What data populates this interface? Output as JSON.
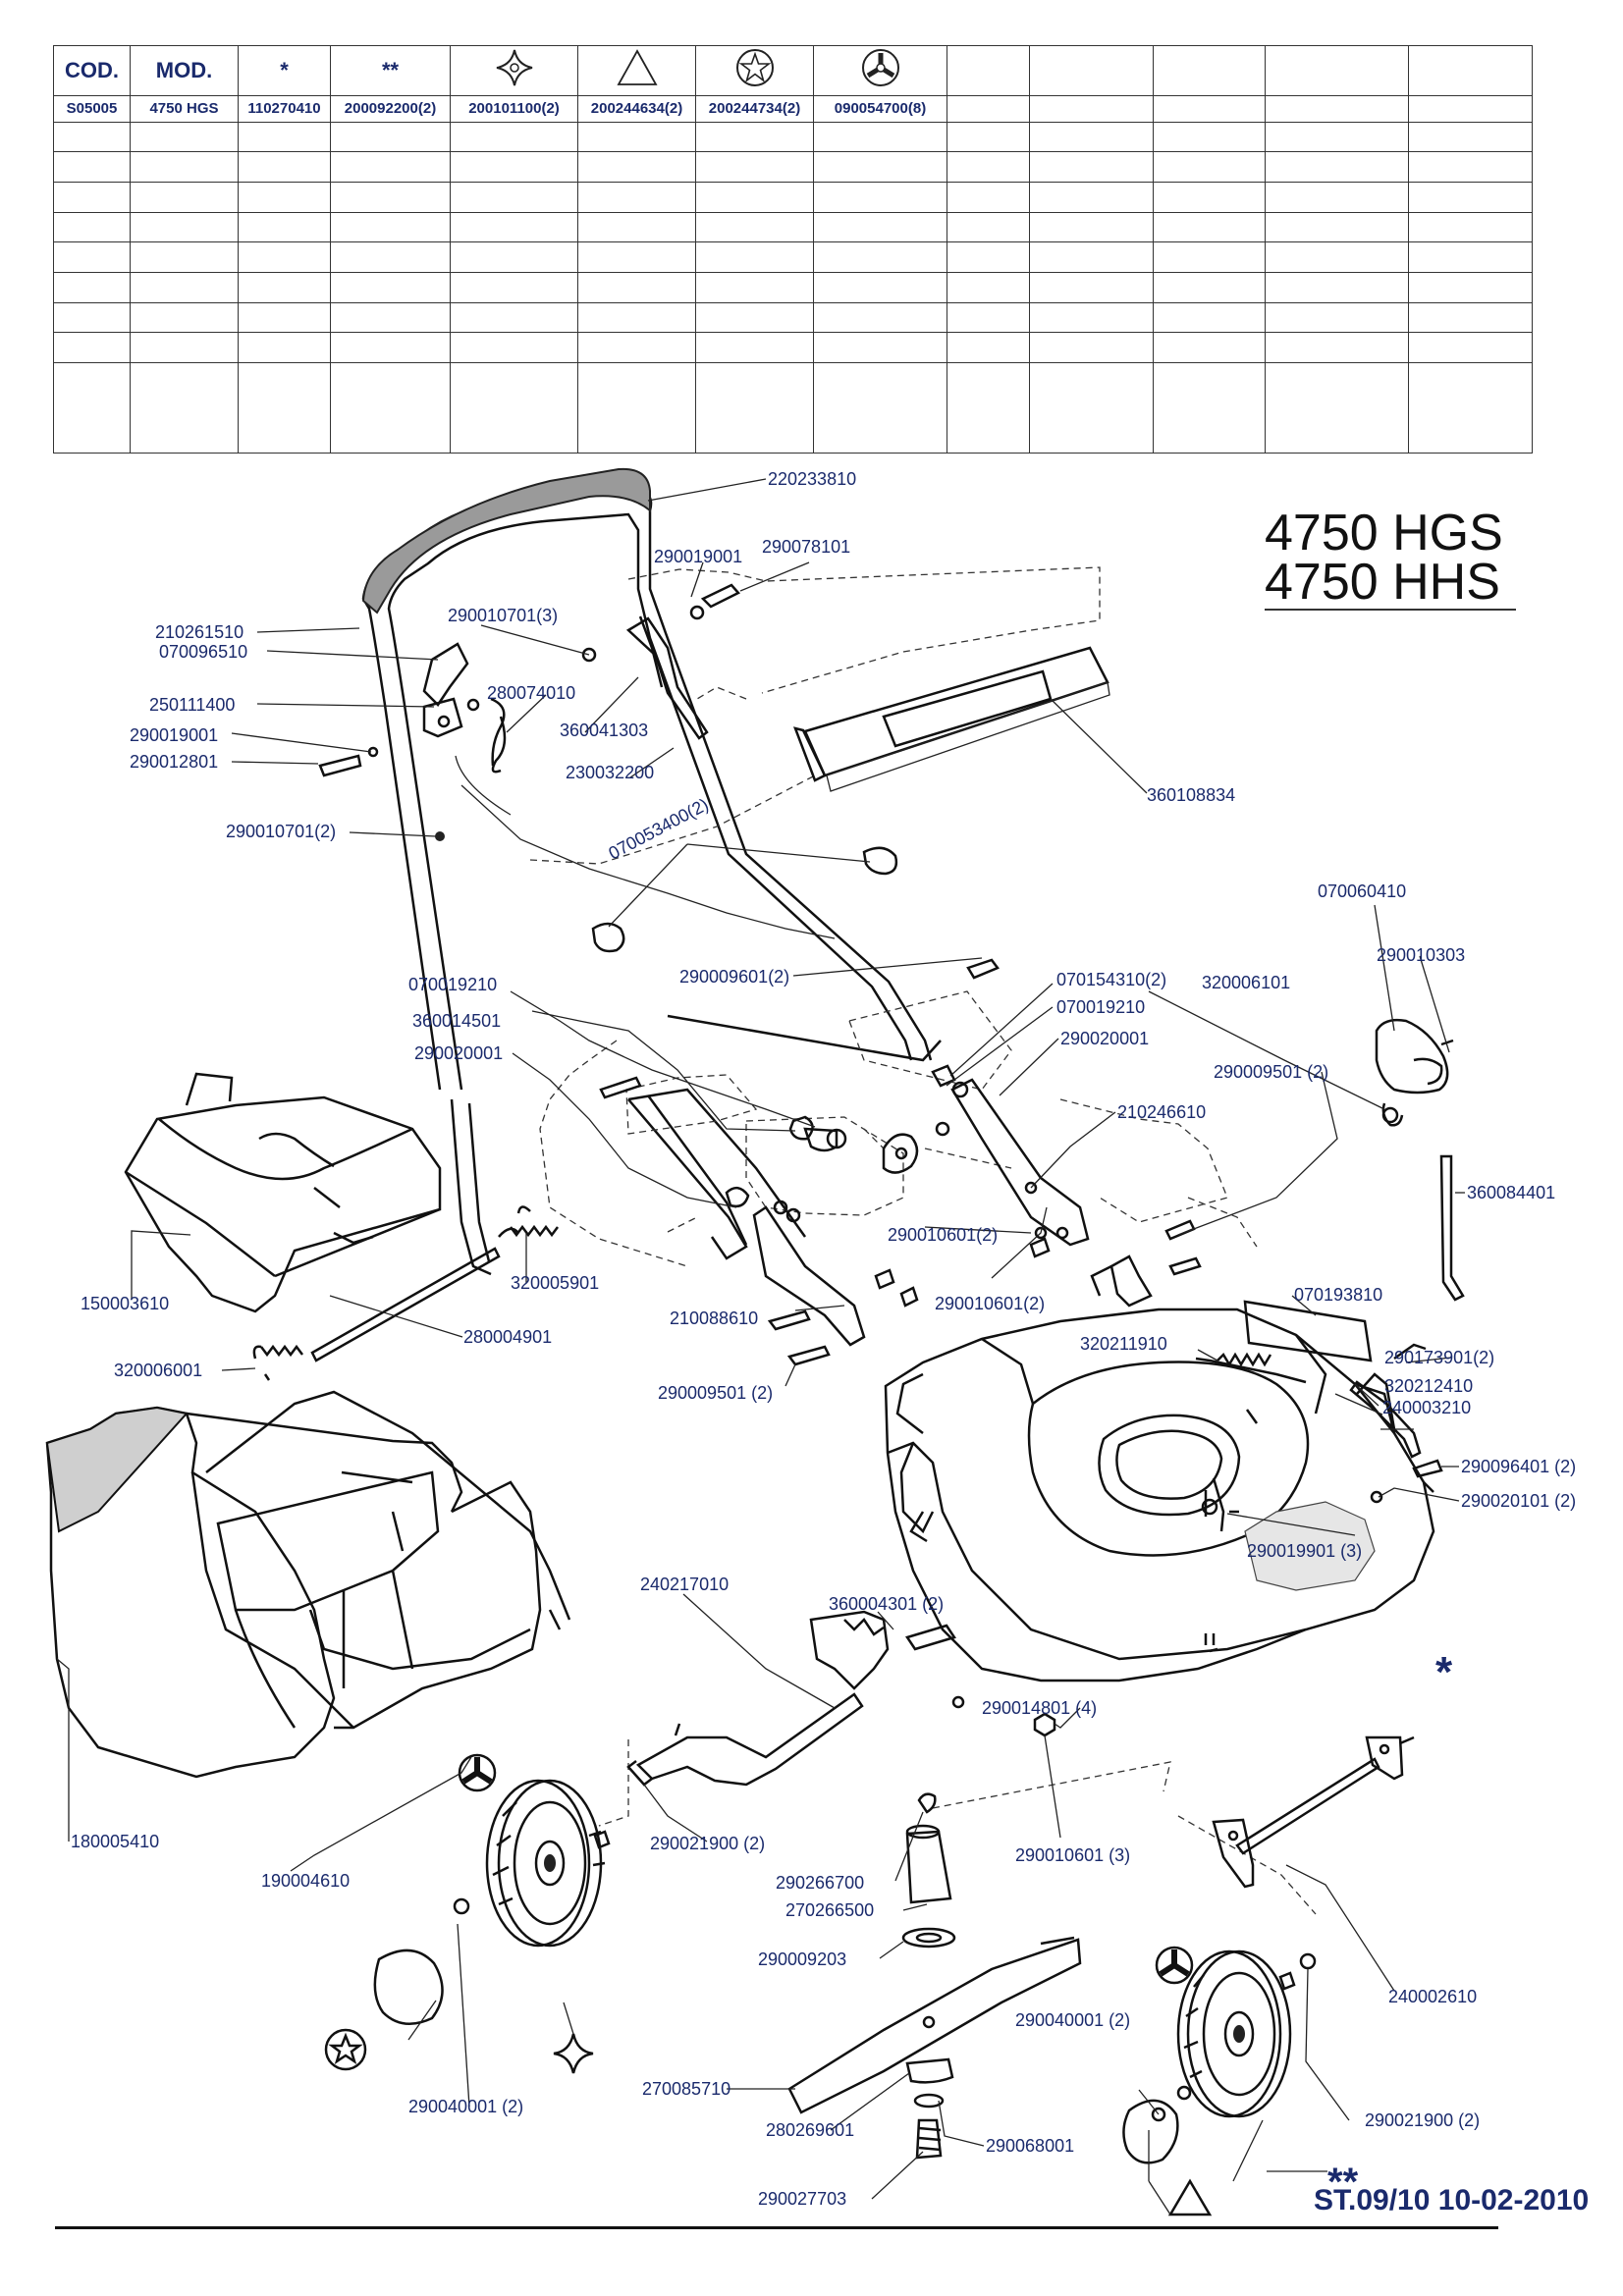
{
  "table": {
    "headers": [
      "COD.",
      "MOD.",
      "*",
      "**",
      "",
      "",
      "",
      "",
      "",
      "",
      "",
      "",
      ""
    ],
    "header_icons": [
      "",
      "",
      "",
      "",
      "four-point-star-icon",
      "triangle-icon",
      "star-circle-icon",
      "three-spoke-hub-icon",
      "",
      "",
      "",
      "",
      ""
    ],
    "rows": [
      [
        "S05005",
        "4750 HGS",
        "110270410",
        "200092200(2)",
        "200101100(2)",
        "200244634(2)",
        "200244734(2)",
        "090054700(8)",
        "",
        "",
        "",
        "",
        ""
      ],
      [
        "",
        "",
        "",
        "",
        "",
        "",
        "",
        "",
        "",
        "",
        "",
        "",
        ""
      ],
      [
        "",
        "",
        "",
        "",
        "",
        "",
        "",
        "",
        "",
        "",
        "",
        "",
        ""
      ],
      [
        "",
        "",
        "",
        "",
        "",
        "",
        "",
        "",
        "",
        "",
        "",
        "",
        ""
      ],
      [
        "",
        "",
        "",
        "",
        "",
        "",
        "",
        "",
        "",
        "",
        "",
        "",
        ""
      ],
      [
        "",
        "",
        "",
        "",
        "",
        "",
        "",
        "",
        "",
        "",
        "",
        "",
        ""
      ],
      [
        "",
        "",
        "",
        "",
        "",
        "",
        "",
        "",
        "",
        "",
        "",
        "",
        ""
      ],
      [
        "",
        "",
        "",
        "",
        "",
        "",
        "",
        "",
        "",
        "",
        "",
        "",
        ""
      ],
      [
        "",
        "",
        "",
        "",
        "",
        "",
        "",
        "",
        "",
        "",
        "",
        "",
        ""
      ],
      [
        "",
        "",
        "",
        "",
        "",
        "",
        "",
        "",
        "",
        "",
        "",
        "",
        ""
      ]
    ]
  },
  "model_title": {
    "line1": "4750 HGS",
    "line2": "4750 HHS"
  },
  "symbols": {
    "single_star": "*",
    "double_star": "**"
  },
  "part_labels": {
    "p220233810": "220233810",
    "p290019001a": "290019001",
    "p290078101": "290078101",
    "p210261510": "210261510",
    "p070096510": "070096510",
    "p290010701_3": "290010701(3)",
    "p250111400": "250111400",
    "p280074010": "280074010",
    "p290019001b": "290019001",
    "p290012801": "290012801",
    "p360041303": "360041303",
    "p230032200": "230032200",
    "p360108834": "360108834",
    "p290010701_2": "290010701(2)",
    "p070053400_2": "070053400(2)",
    "p070060410": "070060410",
    "p290010303": "290010303",
    "p070019210a": "070019210",
    "p290009601_2": "290009601(2)",
    "p070154310_2": "070154310(2)",
    "p320006101": "320006101",
    "p070019210b": "070019210",
    "p360014501": "360014501",
    "p290020001a": "290020001",
    "p290020001b": "290020001",
    "p290009501_2a": "290009501 (2)",
    "p210246610": "210246610",
    "p360084401": "360084401",
    "p290010601_2a": "290010601(2)",
    "p150003610": "150003610",
    "p320005901": "320005901",
    "p290010601_2b": "290010601(2)",
    "p070193810": "070193810",
    "p210088610": "210088610",
    "p280004901": "280004901",
    "p320211910": "320211910",
    "p290173901_2": "290173901(2)",
    "p320006001": "320006001",
    "p290009501_2b": "290009501 (2)",
    "p320212410": "320212410",
    "p240003210": "240003210",
    "p290096401_2": "290096401 (2)",
    "p290020101_2": "290020101 (2)",
    "p290019901_3": "290019901 (3)",
    "p240217010": "240217010",
    "p360004301_2": "360004301 (2)",
    "p290014801_4": "290014801 (4)",
    "p180005410": "180005410",
    "p190004610": "190004610",
    "p290021900_2a": "290021900 (2)",
    "p290010601_3": "290010601 (3)",
    "p290266700": "290266700",
    "p270266500": "270266500",
    "p240002610": "240002610",
    "p290009203": "290009203",
    "p290040001_2a": "290040001 (2)",
    "p270085710": "270085710",
    "p290040001_2b": "290040001 (2)",
    "p280269601": "280269601",
    "p290021900_2b": "290021900 (2)",
    "p290068001": "290068001",
    "p290027703": "290027703"
  },
  "footer": {
    "ref": "ST.09/10  10-02-2010"
  }
}
